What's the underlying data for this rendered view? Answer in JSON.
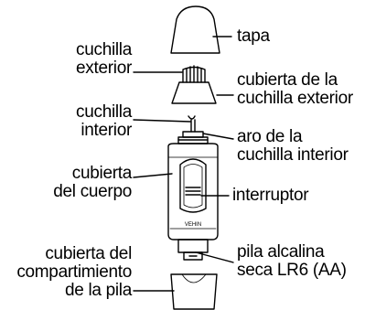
{
  "labels": {
    "tapa": "tapa",
    "cuchilla_exterior": [
      "cuchilla",
      "exterior"
    ],
    "cubierta_cuchilla_exterior": [
      "cubierta de la",
      "cuchilla exterior"
    ],
    "cuchilla_interior": [
      "cuchilla",
      "interior"
    ],
    "aro_cuchilla_interior": [
      "aro de la",
      "cuchilla interior"
    ],
    "cubierta_cuerpo": [
      "cubierta",
      "del cuerpo"
    ],
    "interruptor": "interruptor",
    "pila_alcalina": [
      "pila alcalina",
      "seca LR6 (AA)"
    ],
    "cubierta_compartimiento": [
      "cubierta del",
      "compartimiento",
      "de la pila"
    ]
  },
  "brand_mark": "VEHIN"
}
